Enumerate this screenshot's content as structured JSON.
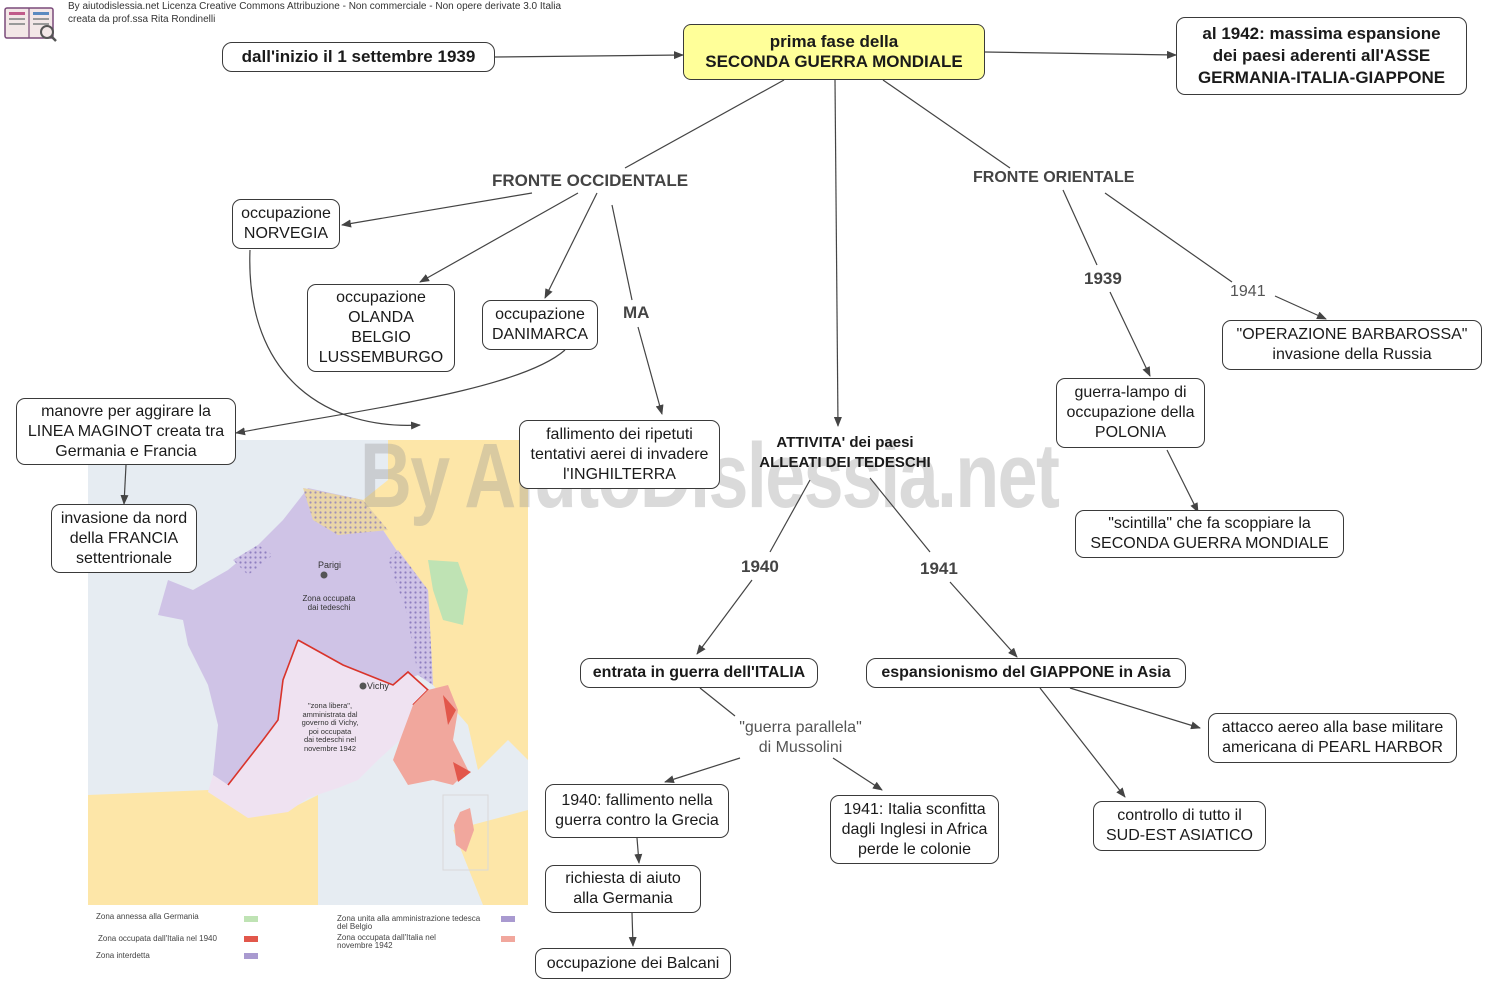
{
  "credit": {
    "line1": "By aiutodislessia.net Licenza Creative Commons Attribuzione - Non commerciale - Non opere derivate 3.0 Italia",
    "line2": "creata da prof.ssa Rita Rondinelli"
  },
  "watermark": "By AiutoDislessia.net",
  "nodes": {
    "start": "dall'inizio il 1 settembre 1939",
    "main": "prima fase della\nSECONDA GUERRA MONDIALE",
    "max1942": "al 1942: massima espansione\ndei paesi aderenti all'ASSE\nGERMANIA-ITALIA-GIAPPONE",
    "norvegia": "occupazione\nNORVEGIA",
    "olanda": "occupazione\nOLANDA\nBELGIO\nLUSSEMBURGO",
    "danimarca": "occupazione\nDANIMARCA",
    "maginot": "manovre per aggirare la\nLINEA MAGINOT creata tra\nGermania e Francia",
    "invasione": "invasione da nord\ndella FRANCIA\nsettentrionale",
    "fallimento": "fallimento dei ripetuti\ntentativi aerei di invadere\nl'INGHILTERRA",
    "barbarossa": "\"OPERAZIONE BARBAROSSA\"\ninvasione della Russia",
    "polonia": "guerra-lampo di\noccupazione della\nPOLONIA",
    "scintilla": "\"scintilla\" che fa scoppiare la\nSECONDA GUERRA MONDIALE",
    "italia": "entrata in guerra dell'ITALIA",
    "giappone": "espansionismo del GIAPPONE in Asia",
    "grecia": "1940: fallimento nella\nguerra contro la Grecia",
    "africa": "1941: Italia sconfitta\ndagli Inglesi in Africa\nperde le colonie",
    "pearl": "attacco aereo alla base militare\namericana di PEARL HARBOR",
    "sudest": "controllo di tutto il\nSUD-EST ASIATICO",
    "aiuto": "richiesta di aiuto\nalla Germania",
    "balcani": "occupazione dei Balcani"
  },
  "labels": {
    "occidentale": "FRONTE OCCIDENTALE",
    "orientale": "FRONTE ORIENTALE",
    "ma": "MA",
    "attivita": "ATTIVITA' dei paesi\nALLEATI DEI TEDESCHI",
    "y1939": "1939",
    "y1941e": "1941",
    "y1940": "1940",
    "y1941": "1941",
    "parallela": "\"guerra parallela\"\ndi Mussolini"
  },
  "map": {
    "parigi": "Parigi",
    "zona_occupata": "Zona occupata\ndai tedeschi",
    "vichy": "Vichy",
    "zona_libera": "\"zona libera\",\namministrata dal\ngoverno di Vichy,\npoi occupata\ndai tedeschi nel\nnovembre 1942"
  },
  "legend": {
    "annessa": "Zona annessa alla Germania",
    "italia1940": "Zona occupata dall'Italia nel 1940",
    "interdetta": "Zona interdetta",
    "belgio": "Zona unita alla amministrazione tedesca\ndel Belgio",
    "italia1942": "Zona occupata dall'Italia  nel\nnovembre 1942"
  },
  "colors": {
    "main_node_fill": "#ffff99",
    "edge": "#444444",
    "sea": "#e6ecf2",
    "neighbor": "#fde6a8",
    "occupied": "#cfc3e6",
    "free_zone": "#efe2f1",
    "italy_zone": "#f1a79d",
    "annexed": "#bfe3b4",
    "border_red": "#d9342b"
  }
}
